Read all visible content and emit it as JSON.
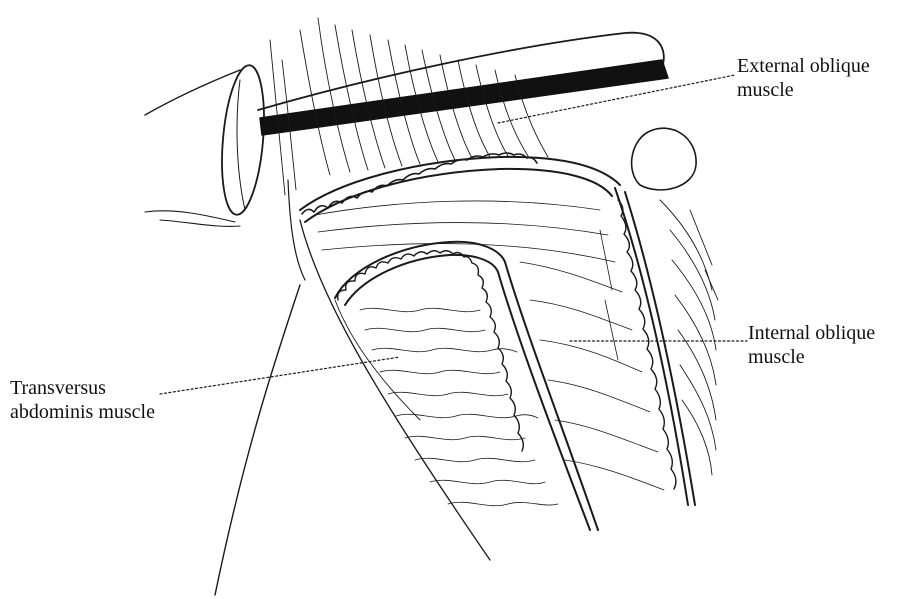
{
  "labels": {
    "external_oblique": {
      "line1": "External oblique",
      "line2": "muscle"
    },
    "internal_oblique": {
      "line1": "Internal oblique",
      "line2": "muscle"
    },
    "transversus_abdominis": {
      "line1": "Transversus",
      "line2": "abdominis muscle"
    }
  },
  "colors": {
    "ink": "#111111",
    "background": "#ffffff"
  }
}
